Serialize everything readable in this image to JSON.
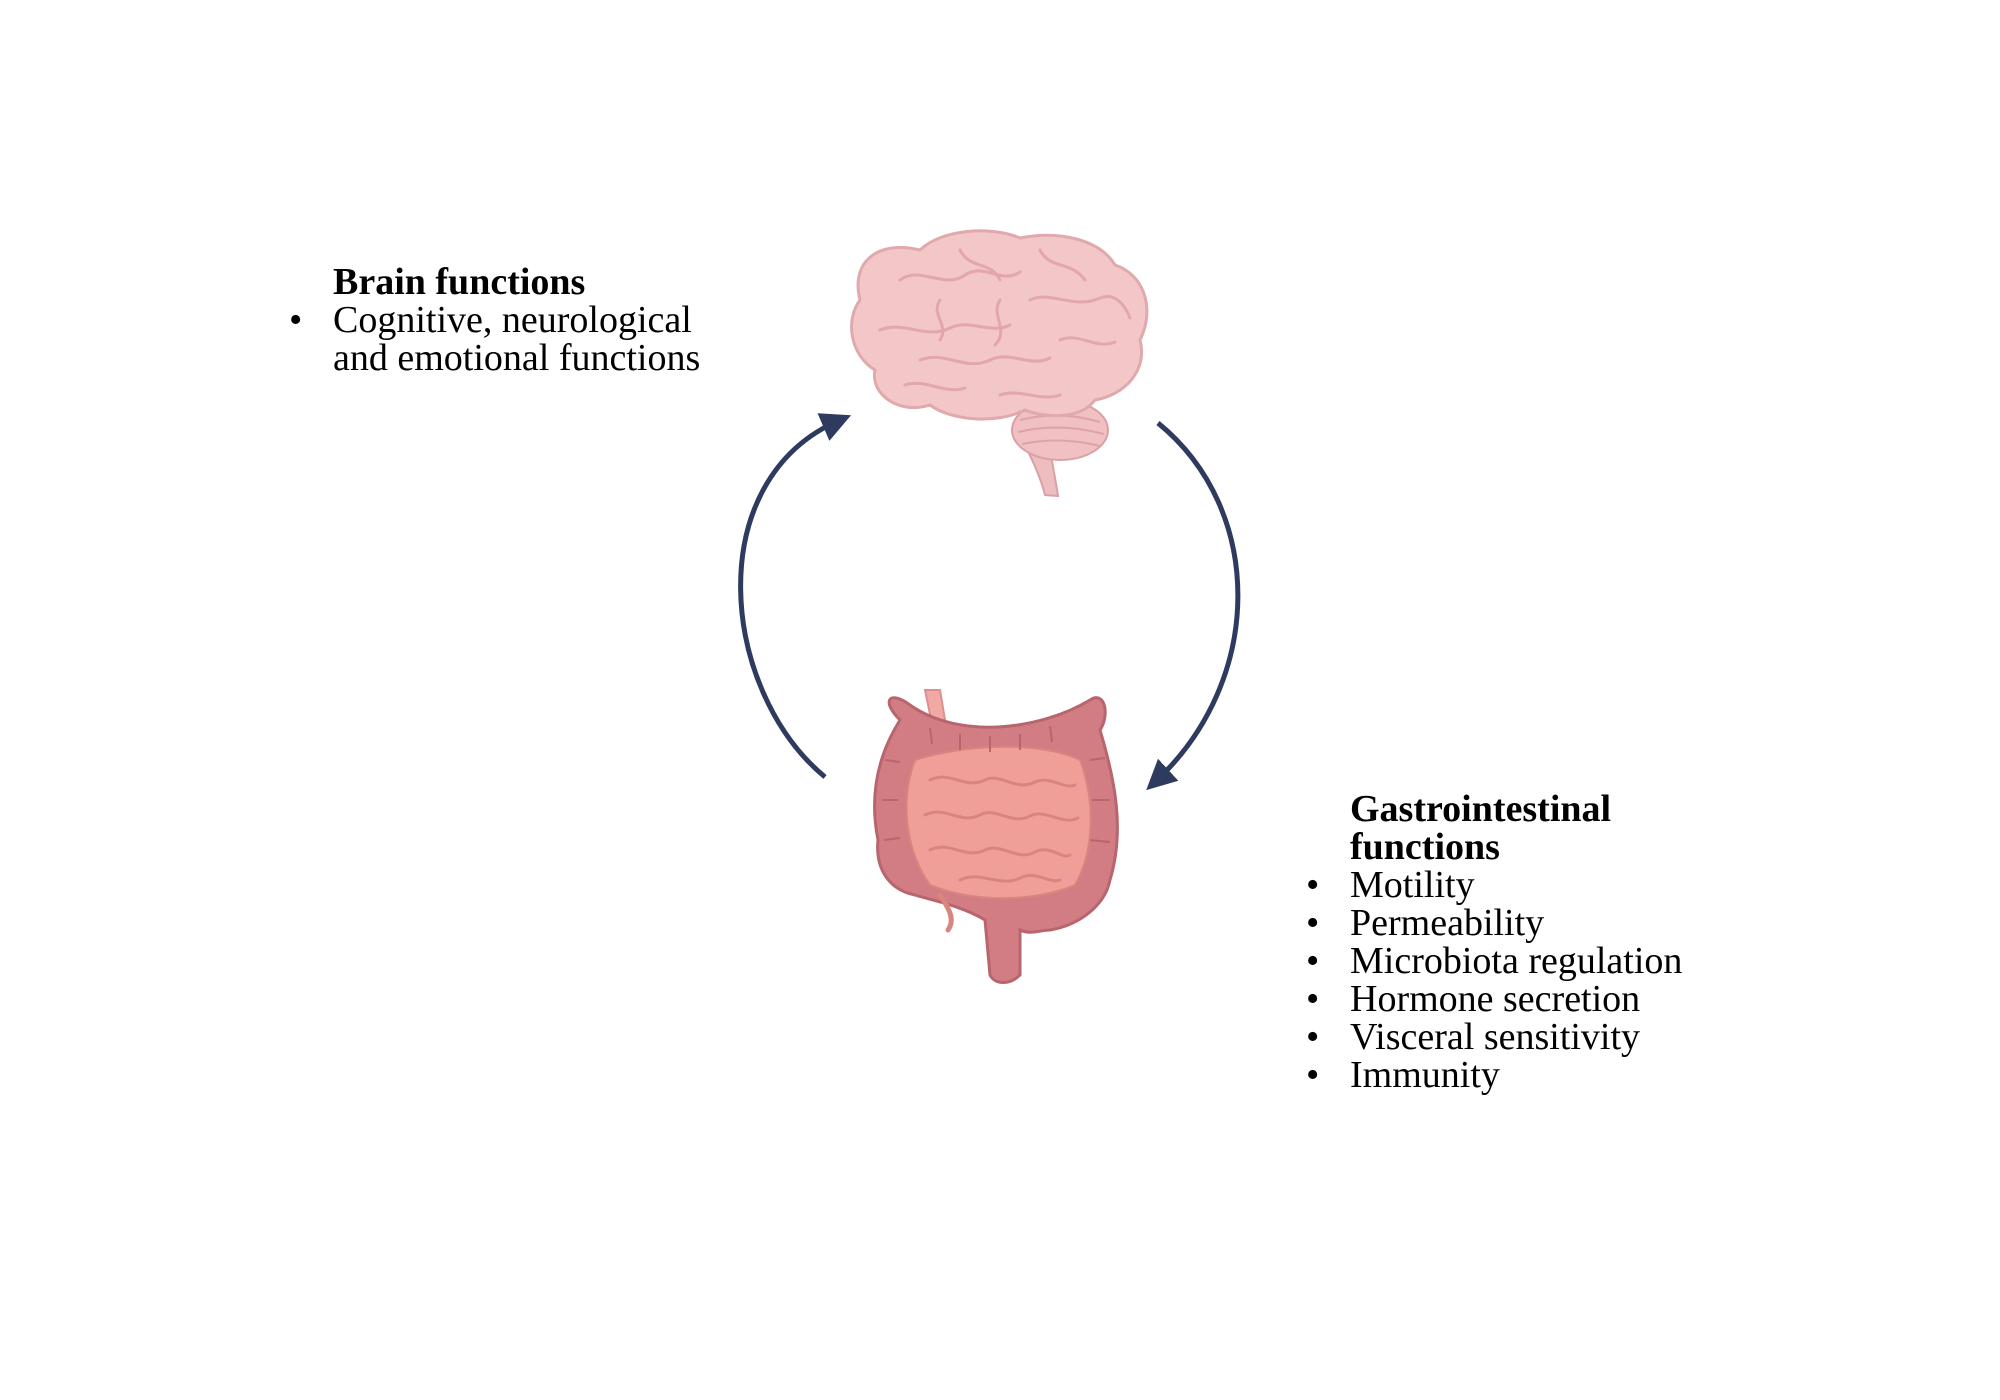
{
  "brain_section": {
    "title": "Brain functions",
    "items": [
      "Cognitive, neurological and emotional functions"
    ]
  },
  "gi_section": {
    "title": "Gastrointestinal functions",
    "items": [
      "Motility",
      "Permeability",
      "Microbiota regulation",
      "Hormone secretion",
      "Visceral sensitivity",
      "Immunity"
    ]
  },
  "colors": {
    "arrow": "#2e3b5e",
    "brain_fill": "#f3c6c8",
    "brain_line": "#e6a4a8",
    "colon": "#d27d84",
    "small_intestine": "#ef9f97"
  },
  "icons": [
    "brain-icon",
    "intestines-icon"
  ]
}
